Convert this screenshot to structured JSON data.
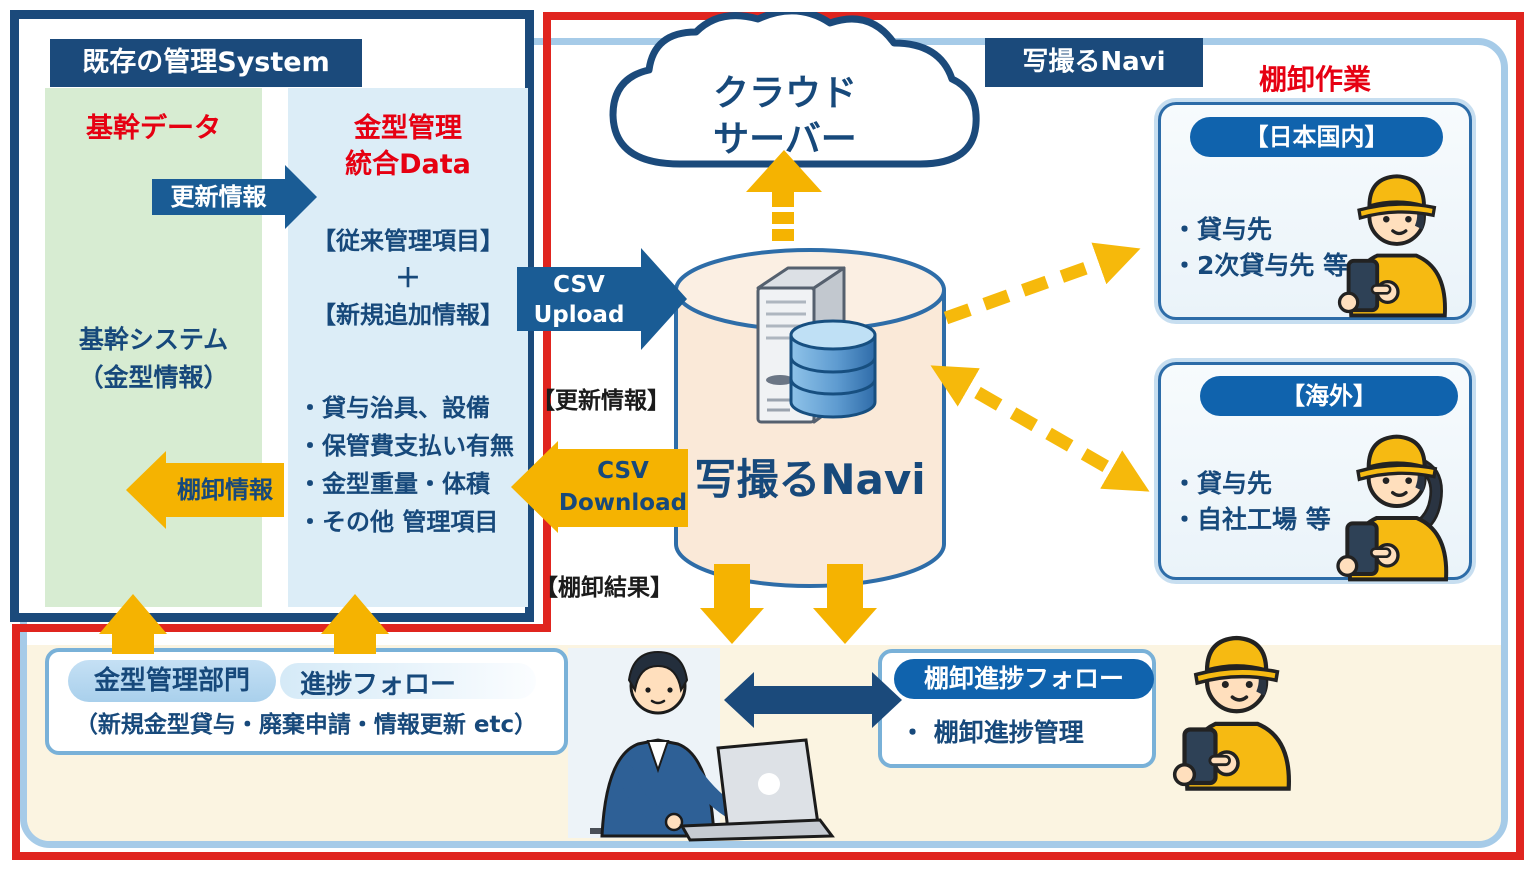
{
  "colors": {
    "navy": "#1B4A7B",
    "arrow_navy": "#1A5C95",
    "red_border": "#E0251F",
    "red_text": "#E60012",
    "yellow": "#F5B301",
    "green_panel": "#D7ECD2",
    "blue_panel": "#DCEDF7",
    "cylinder_cream": "#FAE9D8",
    "band_cream": "#FBF4E1",
    "light_blue_border": "#A6CBE8",
    "pill_blue": "#1063AD",
    "text_navy": "#17497B"
  },
  "legacy_system": {
    "title": "既存の管理System",
    "core": {
      "title": "基幹データ",
      "system_line1": "基幹システム",
      "system_line2": "（金型情報）"
    },
    "update_arrow_label": "更新情報",
    "inventory_arrow_label": "棚卸情報",
    "mold_data": {
      "title_line1": "金型管理",
      "title_line2": "統合Data",
      "legacy_items_label": "【従来管理項目】",
      "plus": "＋",
      "new_items_label": "【新規追加情報】",
      "items": [
        "・貸与治具、設備",
        "・保管費支払い有無",
        "・金型重量・体積",
        "・その他 管理項目"
      ]
    }
  },
  "center": {
    "cloud_line1": "クラウド",
    "cloud_line2": "サーバー",
    "csv_upload_line1": "CSV",
    "csv_upload_line2": "Upload",
    "csv_download_line1": "CSV",
    "csv_download_line2": "Download",
    "update_info_label": "【更新情報】",
    "inventory_result_label": "【棚卸結果】",
    "db_label": "写撮るNavi"
  },
  "right": {
    "header": "写撮るNavi",
    "section_title": "棚卸作業",
    "japan": {
      "pill": "【日本国内】",
      "items": [
        "・貸与先",
        "・2次貸与先 等"
      ]
    },
    "overseas": {
      "pill": "【海外】",
      "items": [
        "・貸与先",
        "・自社工場 等"
      ]
    }
  },
  "bottom": {
    "dept": {
      "pill": "金型管理部門",
      "follow": "進捗フォロー",
      "detail": "（新規金型貸与・廃棄申請・情報更新 etc）"
    },
    "progress": {
      "pill": "棚卸進捗フォロー",
      "item": "・ 棚卸進捗管理"
    }
  }
}
